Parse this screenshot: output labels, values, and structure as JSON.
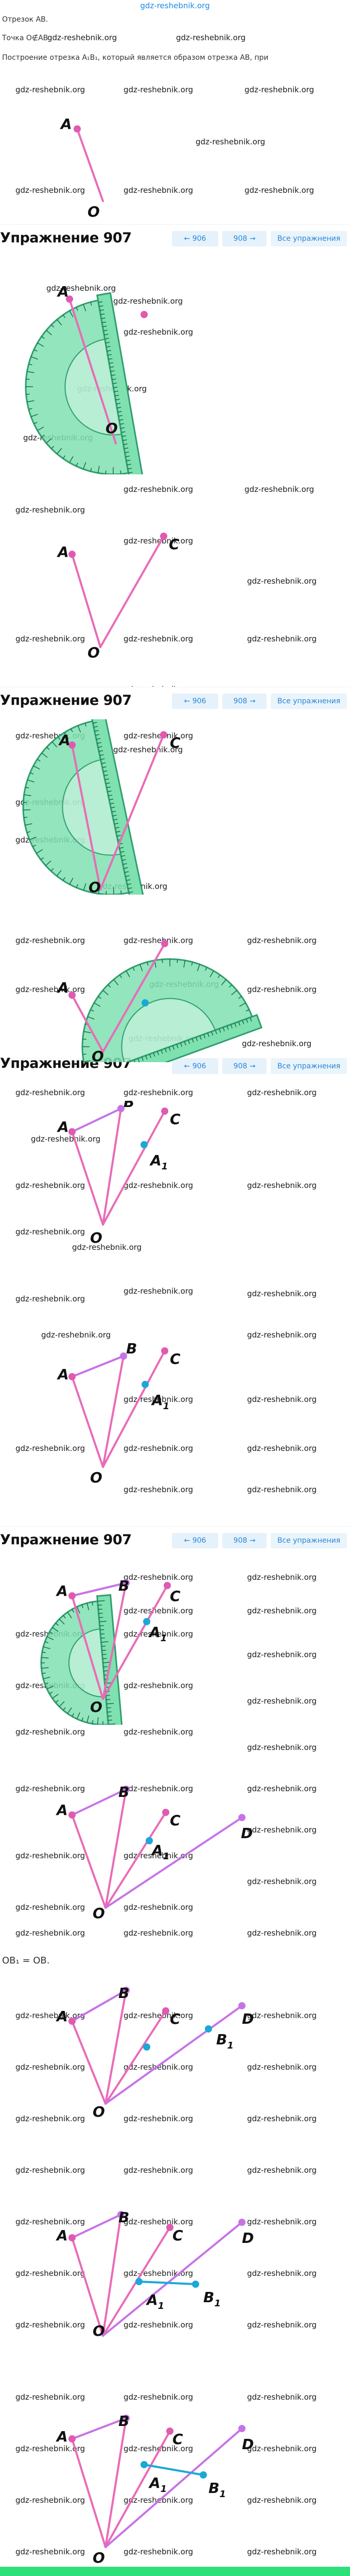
{
  "site": {
    "name": "gdz-reshebnik.org"
  },
  "intro": {
    "line1": "Отрезок AB.",
    "line2_prefix": "Точка O∉AB",
    "line3": "Построение отрезка A₁B₁, который является образом отрезка AB, при",
    "oboe": "OB₁ = OB."
  },
  "exercise_bar": {
    "title": "Упражнение 907",
    "prev_label": "←  906",
    "next_label": "908  →",
    "all_label": "Все упражнения"
  },
  "labels": {
    "A": "A",
    "O": "O",
    "B": "B",
    "C": "C",
    "D": "D",
    "A1": "A",
    "B1": "B",
    "sub1": "1"
  },
  "colors": {
    "segment": "#e96bb7",
    "segment_alt": "#c773e6",
    "point": "#e05ab2",
    "construct": "#1ca8d6",
    "protractor": "#7fe0b0",
    "protractor_dark": "#2f9e6f",
    "footer": "#2ee07a"
  }
}
